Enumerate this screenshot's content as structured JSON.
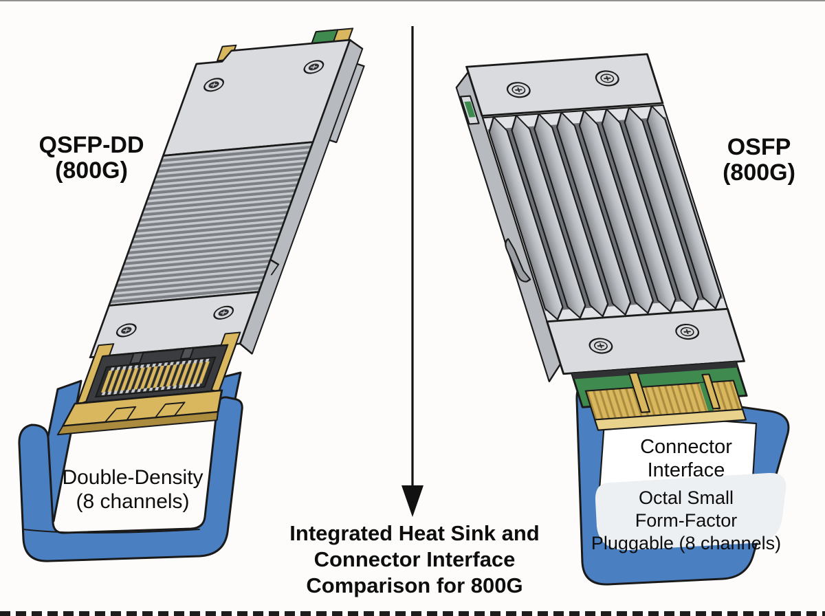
{
  "colors": {
    "background": "#fdfcfa",
    "outline": "#1a1a1a",
    "text": "#0d0d0d",
    "plate_gray": "#d9dbde",
    "plate_gray_dark": "#b7babe",
    "fin_light": "#c6c9cd",
    "fin_dark": "#7d8085",
    "cavity_dark": "#3a3c3f",
    "gold": "#d9b75e",
    "gold_dark": "#ab8c3f",
    "gold_light": "#e9d28c",
    "pcb_green": "#3f8b4f",
    "tab_blue": "#4a7fc1",
    "tab_blue_dark": "#33609e",
    "label_pill": "#edf0f3"
  },
  "left_module": {
    "title_line1": "QSFP-DD",
    "title_line2": "(800G)",
    "tab_label_line1": "Double-Density",
    "tab_label_line2": "(8 channels)"
  },
  "right_module": {
    "title_line1": "OSFP",
    "title_line2": "(800G)",
    "connector_label_line1": "Connector",
    "connector_label_line2": "Interface",
    "tab_label_line1": "Octal Small",
    "tab_label_line2": "Form-Factor",
    "tab_label_line3": "Pluggable (8 channels)"
  },
  "caption": {
    "line1": "Integrated Heat Sink and",
    "line2": "Connector Interface",
    "line3": "Comparison for 800G"
  }
}
